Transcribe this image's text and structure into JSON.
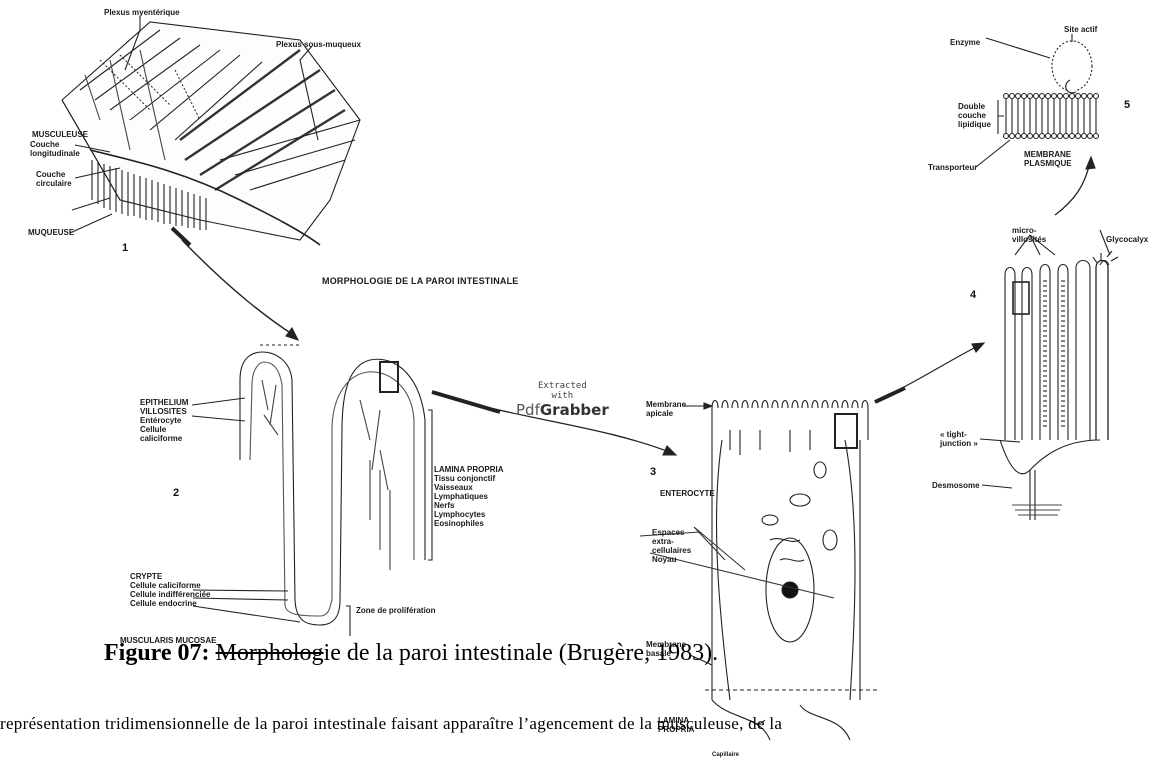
{
  "figure": {
    "main_title": "MORPHOLOGIE DE LA PAROI INTESTINALE",
    "numbers": [
      "1",
      "2",
      "3",
      "4",
      "5"
    ],
    "panel1": {
      "plexus_myenterique": "Plexus myentérique",
      "plexus_sous_muqueux": "Plexus sous-muqueux",
      "musculeuse": "MUSCULEUSE",
      "couche_longitudinale": "Couche\nlongitudinale",
      "couche_circulaire": "Couche\ncirculaire",
      "muqueuse": "MUQUEUSE"
    },
    "panel2": {
      "epithelium": "EPITHELIUM\nVILLOSITES\nEntérocyte\nCellule\ncaliciforme",
      "lamina_propria": "LAMINA PROPRIA\nTissu conjonctif\nVaisseaux\nLymphatiques\nNerfs\nLymphocytes\nEosinophiles",
      "crypte": "CRYPTE\nCellule caliciforme\nCellule indifférenciée\nCellule endocrine",
      "zone_proliferation": "Zone de prolifération",
      "muscularis": "MUSCULARIS MUCOSAE"
    },
    "panel3": {
      "membrane_apicale": "Membrane\napicale",
      "enterocyte": "ENTEROCYTE",
      "espaces": "Espaces\nextra-\ncellulaires\nNoyau",
      "membrane_basale": "Membrane\nbasale",
      "lamina_propria": "LAMINA\nPROPRIA",
      "capillaire": "Capillaire"
    },
    "panel4": {
      "microvillosites": "micro-\nvillosités",
      "glycocalyx": "Glycocalyx",
      "tight_junction": "« tight-\njunction »",
      "desmosome": "Desmosome"
    },
    "panel5": {
      "site_actif": "Site actif",
      "enzyme": "Enzyme",
      "double_couche": "Double\ncouche\nlipidique",
      "transporteur": "Transporteur",
      "membrane_plasmique": "MEMBRANE\nPLASMIQUE"
    }
  },
  "watermark": {
    "line1": "Extracted",
    "line2": "with",
    "brand_light": "Pdf",
    "brand_bold": "Grabber"
  },
  "caption": {
    "figure_label": "Figure 07:",
    "struck": "Morpholog",
    "rest": "ie de la paroi intestinale (Brugère, 1983)."
  },
  "body_text": "représentation tridimensionnelle de la paroi intestinale faisant apparaître l’agencement de la musculeuse, de la"
}
